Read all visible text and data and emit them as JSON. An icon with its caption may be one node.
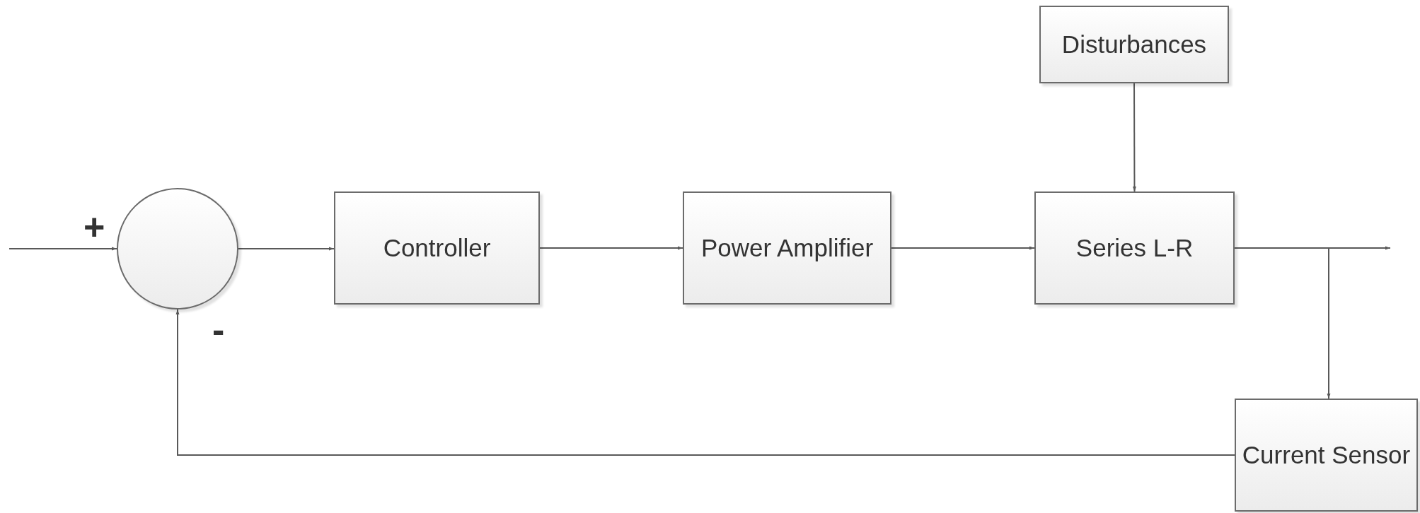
{
  "diagram": {
    "nodes": [
      {
        "text": [],
        "shape": "circle"
      },
      {
        "text": [
          "Controller"
        ]
      },
      {
        "text": [
          "Power Amplifier"
        ]
      },
      {
        "text": [
          "Series L-R"
        ]
      },
      {
        "text": [
          "Disturbances"
        ]
      },
      {
        "text": [
          "Current Sensor"
        ]
      }
    ],
    "edges": [
      {
        "from": null,
        "to": 0,
        "arrow": "to"
      },
      {
        "from": 0,
        "to": 1,
        "arrow": "to"
      },
      {
        "from": 1,
        "to": 2,
        "arrow": "to"
      },
      {
        "from": 2,
        "to": 3,
        "arrow": "to"
      },
      {
        "from": 4,
        "to": 3,
        "arrow": "to"
      },
      {
        "from": 3,
        "to": null,
        "arrow": "to"
      },
      {
        "from": 3,
        "to": 5,
        "arrow": "to"
      },
      {
        "from": 5,
        "to": 0,
        "arrow": "to"
      }
    ],
    "labels": [
      "+",
      "-"
    ]
  }
}
